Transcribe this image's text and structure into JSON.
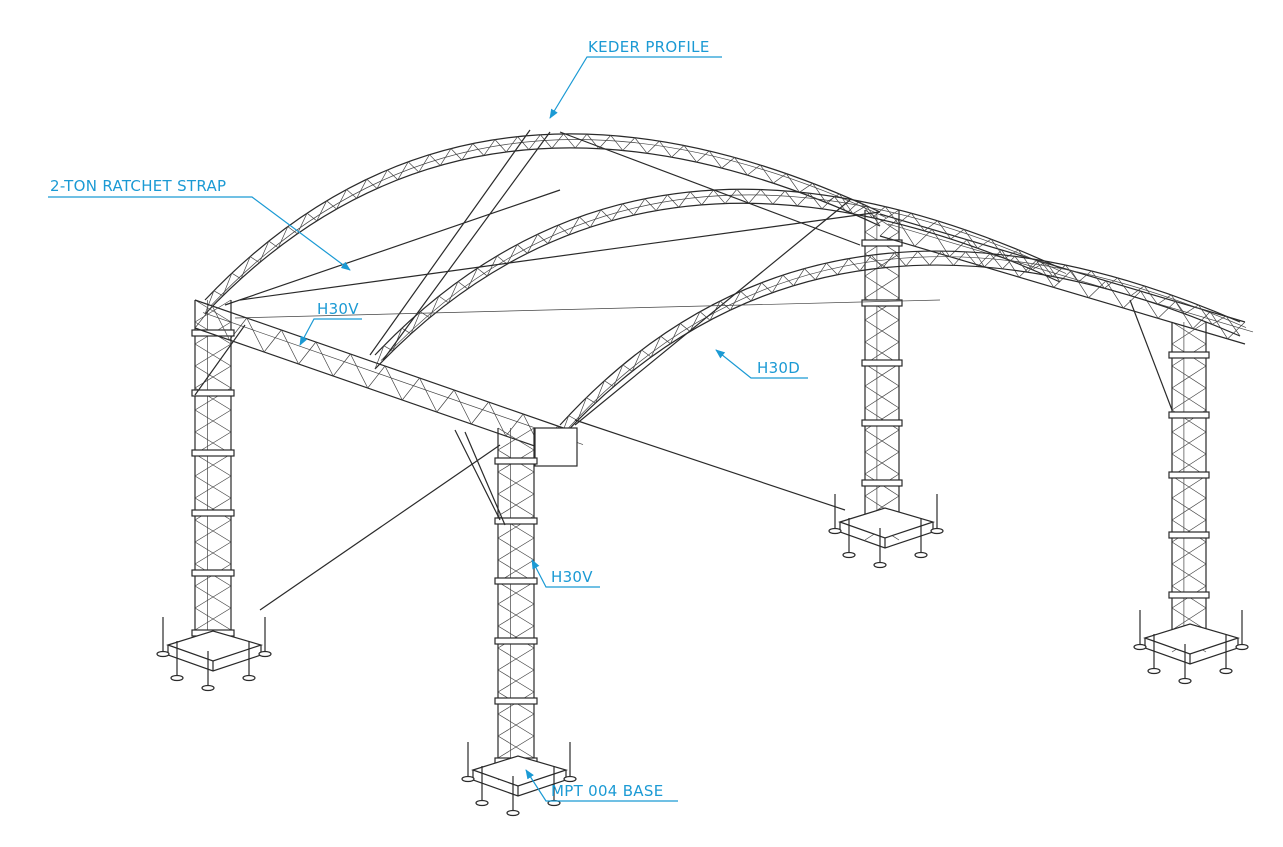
{
  "title": "Arched truss stage roof structure",
  "accent_color": "#1b9ad4",
  "labels": {
    "keder": "KEDER PROFILE",
    "strap": "2-TON RATCHET STRAP",
    "h30v_top": "H30V",
    "h30d": "H30D",
    "h30v_leg": "H30V",
    "base": "MPT 004 BASE"
  }
}
